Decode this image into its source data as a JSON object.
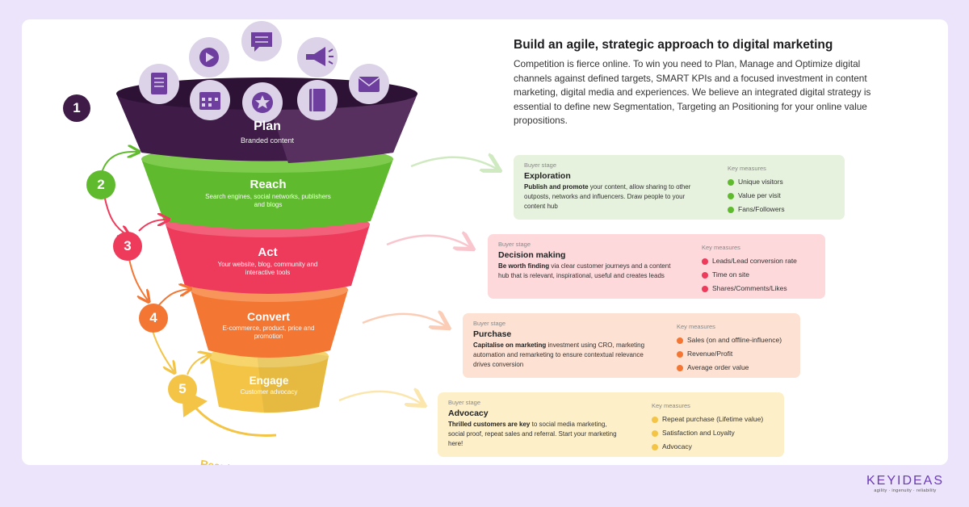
{
  "headline": "Build an agile, strategic approach to digital marketing",
  "intro": "Competition is fierce online. To win you need to Plan, Manage and Optimize digital channels against defined targets, SMART KPIs and a focused investment in content marketing, digital media and experiences. We believe an integrated digital strategy is essential to define new Segmentation, Targeting an Positioning for your online value propositions.",
  "stages": [
    {
      "num": "1",
      "title": "Plan",
      "subtitle": "Branded content",
      "color": "#3f1b48"
    },
    {
      "num": "2",
      "title": "Reach",
      "subtitle": "Search engines, social networks, publishers and blogs",
      "color": "#5fba2e"
    },
    {
      "num": "3",
      "title": "Act",
      "subtitle": "Your website, blog, community and interactive tools",
      "color": "#ee3a5b"
    },
    {
      "num": "4",
      "title": "Convert",
      "subtitle": "E-commerce, product, price and promotion",
      "color": "#f47633"
    },
    {
      "num": "5",
      "title": "Engage",
      "subtitle": "Customer advocacy",
      "color": "#f3c445"
    }
  ],
  "icons": [
    "play-icon",
    "chat-icon",
    "megaphone-icon",
    "document-icon",
    "calendar-icon",
    "star-icon",
    "book-icon",
    "email-icon"
  ],
  "reautomate": "Reautomate",
  "boxes": [
    {
      "label": "Buyer stage",
      "stage": "Exploration",
      "desc_bold": "Publish and promote",
      "desc_rest": " your content, allow sharing to other outposts, networks and influencers. Draw people to your content hub",
      "measures_label": "Key measures",
      "measures": [
        "Unique visitors",
        "Value per visit",
        "Fans/Followers"
      ],
      "bg": "#e6f2dd",
      "dot": "#5fba2e"
    },
    {
      "label": "Buyer stage",
      "stage": "Decision making",
      "desc_bold": "Be worth finding",
      "desc_rest": " via clear customer journeys and a content hub that is relevant, inspirational, useful and creates leads",
      "measures_label": "Key measures",
      "measures": [
        "Leads/Lead conversion rate",
        "Time on site",
        "Shares/Comments/Likes"
      ],
      "bg": "#fdd9dc",
      "dot": "#ee3a5b"
    },
    {
      "label": "Buyer stage",
      "stage": "Purchase",
      "desc_bold": "Capitalise on marketing",
      "desc_rest": " investment using CRO, marketing automation and remarketing to ensure contextual relevance drives conversion",
      "measures_label": "Key measures",
      "measures": [
        "Sales (on and offline-influence)",
        "Revenue/Profit",
        "Average order value"
      ],
      "bg": "#fde1d2",
      "dot": "#f47633"
    },
    {
      "label": "Buyer stage",
      "stage": "Advocacy",
      "desc_bold": "Thrilled customers are key",
      "desc_rest": " to social media marketing, social proof, repeat sales and referral. Start your marketing here!",
      "measures_label": "Key measures",
      "measures": [
        "Repeat purchase (Lifetime value)",
        "Satisfaction and Loyalty",
        "Advocacy"
      ],
      "bg": "#fdefc8",
      "dot": "#f3c445"
    }
  ],
  "logo": {
    "word": "KEYIDEAS",
    "tagline": "agility · ingenuity · reliability"
  }
}
